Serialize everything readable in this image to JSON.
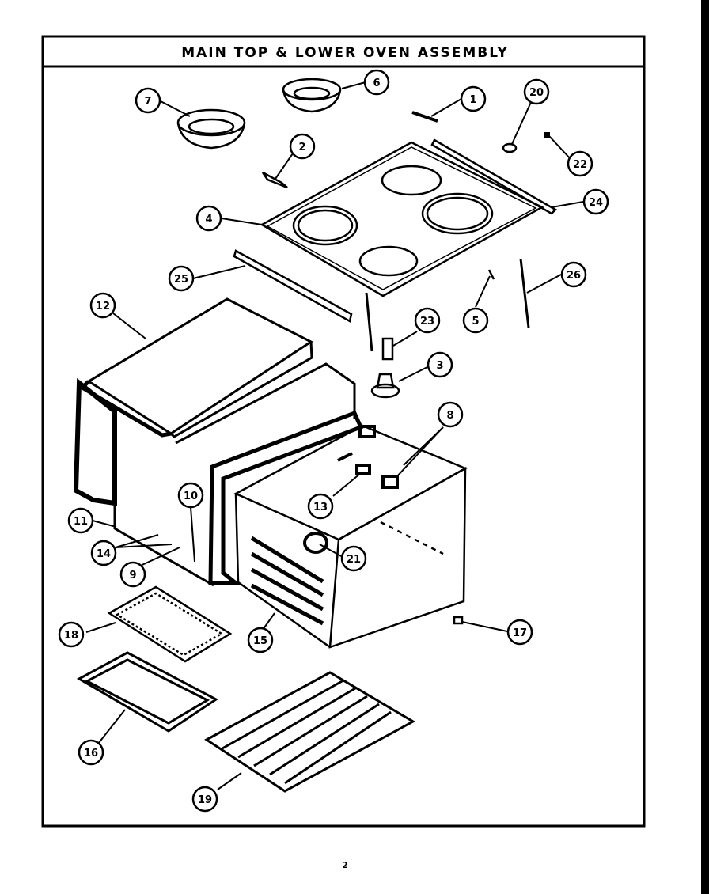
{
  "title": "MAIN TOP & LOWER OVEN ASSEMBLY",
  "page_number": "2",
  "callouts": [
    "1",
    "2",
    "3",
    "4",
    "5",
    "6",
    "7",
    "8",
    "9",
    "10",
    "11",
    "12",
    "13",
    "14",
    "15",
    "16",
    "17",
    "18",
    "19",
    "20",
    "21",
    "22",
    "23",
    "24",
    "25",
    "26"
  ]
}
